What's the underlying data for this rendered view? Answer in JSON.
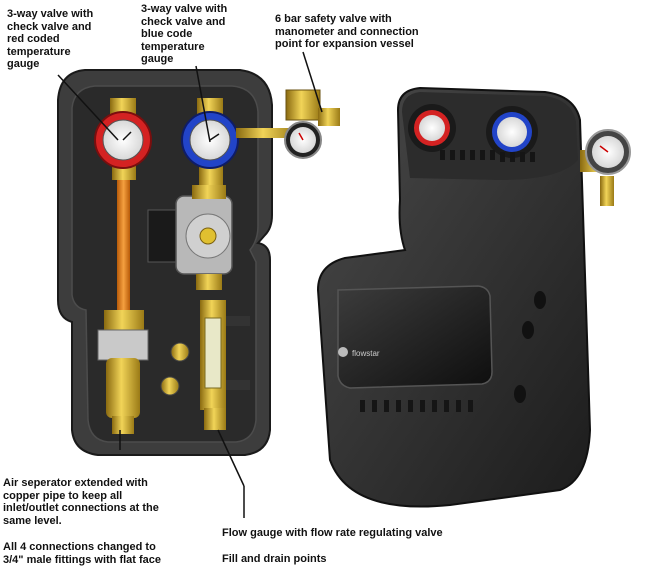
{
  "callouts": {
    "red_valve": "3-way valve with\ncheck valve and\nred coded\ntemperature\ngauge",
    "blue_valve": "3-way valve with\ncheck valve and\nblue code\ntemperature\ngauge",
    "safety_valve": "6 bar safety valve with\nmanometer and connection\npoint for expansion vessel",
    "air_separator": "Air seperator extended with\ncopper pipe to keep all\ninlet/outlet connections at the\nsame level.",
    "connections": "All 4 connections changed to\n3/4\" male fittings with flat face",
    "flow_gauge": "Flow gauge with flow rate regulating valve",
    "fill_drain": "Fill and drain points"
  },
  "brand_text": "flowstar",
  "colors": {
    "housing": "#3a3a3a",
    "brass": "#d8b422",
    "red_knob": "#d42222",
    "blue_knob": "#2244c8",
    "copper_pipe": "#e07818"
  }
}
